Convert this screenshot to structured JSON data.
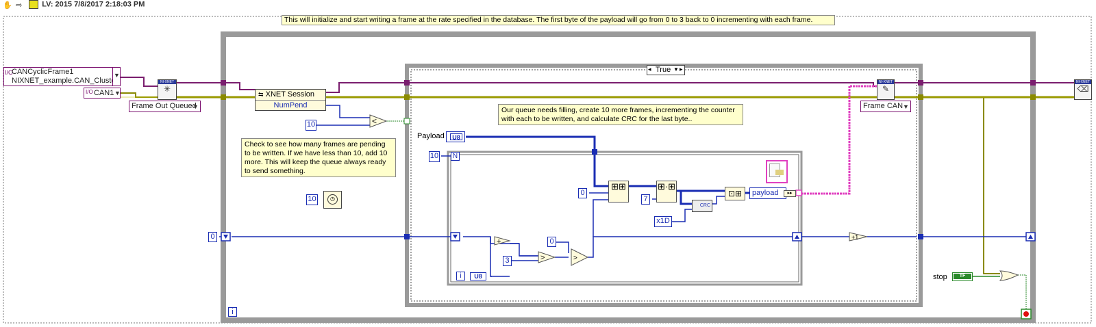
{
  "header": {
    "version_label": "LV: 2015 7/8/2017 2:18:03 PM"
  },
  "notes": {
    "top": "This will initialize and start writing a frame at the rate specified in the database.  The first byte of the payload will go from 0 to 3 back to 0 incrementing with each frame.",
    "queue": "Our queue needs filling, create 10 more frames, incrementing the counter with each to be written, and calculate CRC for the last byte..",
    "pending": "Check to see how many frames are pending to be written.  If we have less than 10, add 10 more.  This will keep the queue always ready to send something."
  },
  "controls": {
    "frame_list_line1": "CANCyclicFrame1",
    "frame_list_line2": "NIXNET_example.CAN_Cluster",
    "interface": "CAN1",
    "mode_left": "Frame Out Queued",
    "mode_right": "Frame CAN",
    "stop_label": "stop",
    "stop_value": "TF"
  },
  "property_node": {
    "title": "XNET Session",
    "property": "NumPend"
  },
  "case_structure": {
    "selector": "True"
  },
  "constants": {
    "ten_compare": "10",
    "ten_wait": "10",
    "ten_count": "10",
    "zero_shift": "0",
    "zero_index": "0",
    "three": "3",
    "zero_select": "0",
    "seven": "7",
    "hex_init": "x1D",
    "n_terminal": "N",
    "i_terminal": "i",
    "i_outer": "i",
    "u8_type": "U8",
    "u8_type2": "U8",
    "nixnet_badge": "NI-XNET",
    "crc_label": "CRC"
  },
  "labels": {
    "payload": "Payload",
    "payload_indicator": "payload"
  },
  "colors": {
    "cluster_wire": "#7a1e6e",
    "refnum_wire": "#a0a000",
    "numeric_wire": "#1a2db3",
    "structure_frame": "#9a9a9a",
    "note_bg": "#ffffcc"
  }
}
